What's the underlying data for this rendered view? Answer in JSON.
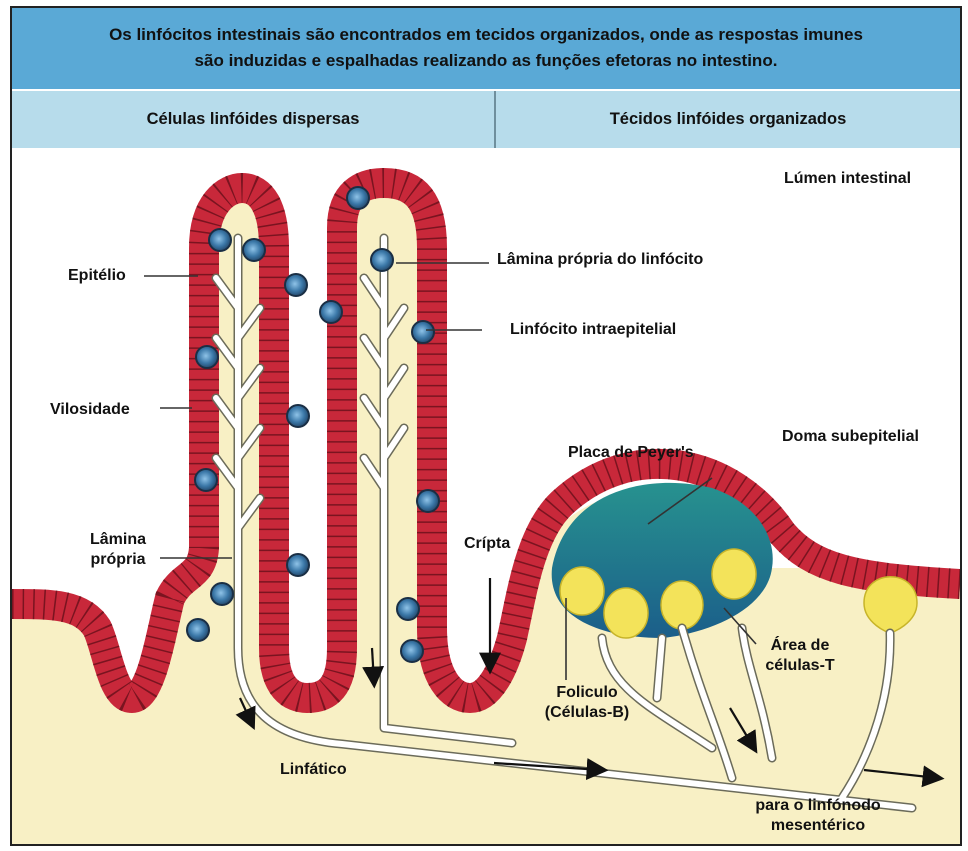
{
  "header": {
    "title_line1": "Os linfócitos intestinais são encontrados em tecidos organizados, onde as respostas imunes",
    "title_line2": "são induzidas e espalhadas realizando as funções efetoras no intestino."
  },
  "columns": {
    "left": "Células linfóides dispersas",
    "right": "Técidos linfóides organizados"
  },
  "labels": {
    "lumen": "Lúmen intestinal",
    "lamina_propria_lymphocyte": "Lâmina própria do linfócito",
    "intraepithelial_lymphocyte": "Linfócito intraepitelial",
    "epithelium": "Epitélio",
    "villus": "Vilosidade",
    "lamina_propria_1": "Lâmina",
    "lamina_propria_2": "própria",
    "crypt": "Crípta",
    "peyers_patch": "Placa de Peyer's",
    "subepithelial_dome": "Doma subepitelial",
    "follicle_1": "Foliculo",
    "follicle_2": "(Células-B)",
    "t_cell_area_1": "Área de",
    "t_cell_area_2": "células-T",
    "lymphatic": "Linfático",
    "to_node_1": "para o linfónodo",
    "to_node_2": "mesentérico"
  },
  "colors": {
    "header_bg": "#5aa9d6",
    "subheader_bg": "#b7dceb",
    "epithelium": "#c8283a",
    "tissue": "#f8f0c5",
    "lymphocyte": "#2f5e85",
    "dome": "#1f7f8e",
    "follicle": "#f3e35a"
  }
}
